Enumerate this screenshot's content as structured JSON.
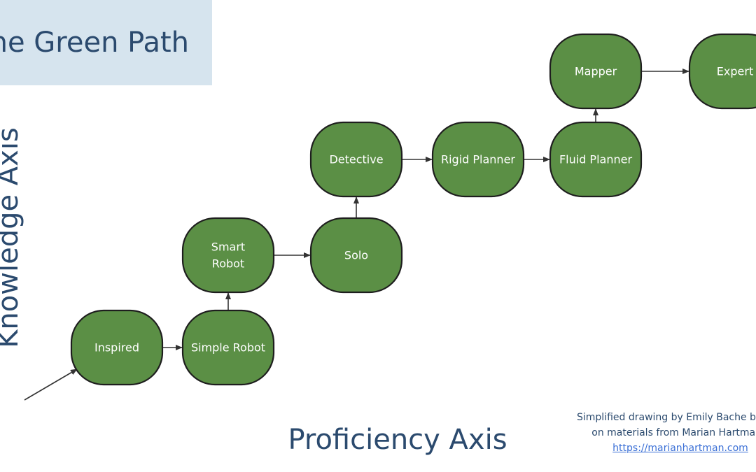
{
  "title": "The Green Path",
  "y_axis_label": "Knowledge Axis",
  "x_axis_label": "Proficiency Axis",
  "credit": {
    "line1": "Simplified drawing by Emily Bache based",
    "line2": "on materials from Marian Hartman",
    "link": "https://marianhartman.com"
  },
  "colors": {
    "node_fill": "#5b8f45",
    "node_stroke": "#1e1e1e",
    "text": "#2b4a6e",
    "title_bg": "#d6e4ee"
  },
  "nodes": {
    "inspired": [
      "Inspired"
    ],
    "simple_robot": [
      "Simple Robot"
    ],
    "smart_robot": [
      "Smart",
      "Robot"
    ],
    "solo": [
      "Solo"
    ],
    "detective": [
      "Detective"
    ],
    "rigid_planner": [
      "Rigid Planner"
    ],
    "fluid_planner": [
      "Fluid Planner"
    ],
    "mapper": [
      "Mapper"
    ],
    "expert": [
      "Expert"
    ]
  },
  "edges": [
    [
      "start",
      "inspired"
    ],
    [
      "inspired",
      "simple_robot"
    ],
    [
      "simple_robot",
      "smart_robot"
    ],
    [
      "smart_robot",
      "solo"
    ],
    [
      "solo",
      "detective"
    ],
    [
      "detective",
      "rigid_planner"
    ],
    [
      "rigid_planner",
      "fluid_planner"
    ],
    [
      "fluid_planner",
      "mapper"
    ],
    [
      "mapper",
      "expert"
    ]
  ]
}
